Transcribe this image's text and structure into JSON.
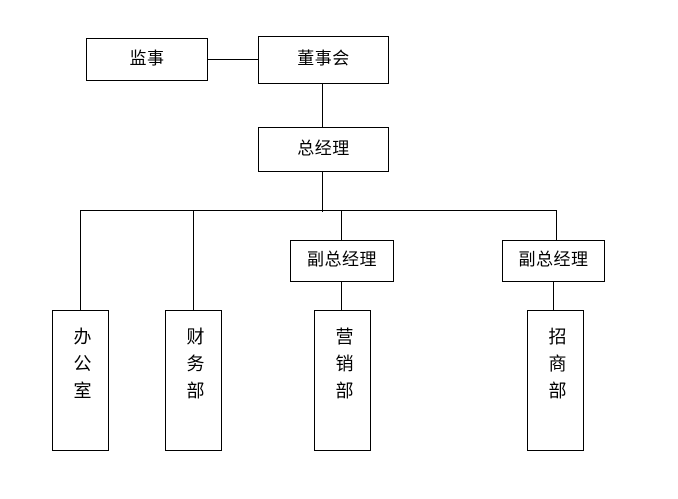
{
  "chart_data": {
    "type": "diagram",
    "subtype": "organization-chart",
    "title": "",
    "orientation": "top-down",
    "background_color": "#ffffff",
    "line_color": "#000000",
    "box_fill": "#ffffff",
    "nodes": [
      {
        "id": "supervisor",
        "label": "监事",
        "level": 0,
        "text_orientation": "horizontal"
      },
      {
        "id": "board",
        "label": "董事会",
        "level": 0,
        "text_orientation": "horizontal"
      },
      {
        "id": "gm",
        "label": "总经理",
        "level": 1,
        "text_orientation": "horizontal"
      },
      {
        "id": "dgm1",
        "label": "副总经理",
        "level": 2,
        "text_orientation": "horizontal"
      },
      {
        "id": "dgm2",
        "label": "副总经理",
        "level": 2,
        "text_orientation": "horizontal"
      },
      {
        "id": "office",
        "label": "办公室",
        "level": 3,
        "text_orientation": "vertical"
      },
      {
        "id": "finance",
        "label": "财务部",
        "level": 3,
        "text_orientation": "vertical"
      },
      {
        "id": "marketing",
        "label": "营销部",
        "level": 3,
        "text_orientation": "vertical"
      },
      {
        "id": "investment",
        "label": "招商部",
        "level": 3,
        "text_orientation": "vertical"
      }
    ],
    "edges": [
      {
        "from": "supervisor",
        "to": "board",
        "style": "horizontal-link"
      },
      {
        "from": "board",
        "to": "gm",
        "style": "vertical"
      },
      {
        "from": "gm",
        "to": "office",
        "style": "bus"
      },
      {
        "from": "gm",
        "to": "finance",
        "style": "bus"
      },
      {
        "from": "gm",
        "to": "dgm1",
        "style": "bus"
      },
      {
        "from": "gm",
        "to": "dgm2",
        "style": "bus"
      },
      {
        "from": "dgm1",
        "to": "marketing",
        "style": "vertical"
      },
      {
        "from": "dgm2",
        "to": "investment",
        "style": "vertical"
      }
    ]
  },
  "nodes": {
    "supervisor": {
      "label": "监事"
    },
    "board": {
      "label": "董事会"
    },
    "gm": {
      "label": "总经理"
    },
    "dgm1": {
      "label": "副总经理"
    },
    "dgm2": {
      "label": "副总经理"
    },
    "office": {
      "label": "办公室"
    },
    "finance": {
      "label": "财务部"
    },
    "marketing": {
      "label": "营销部"
    },
    "investment": {
      "label": "招商部"
    }
  }
}
